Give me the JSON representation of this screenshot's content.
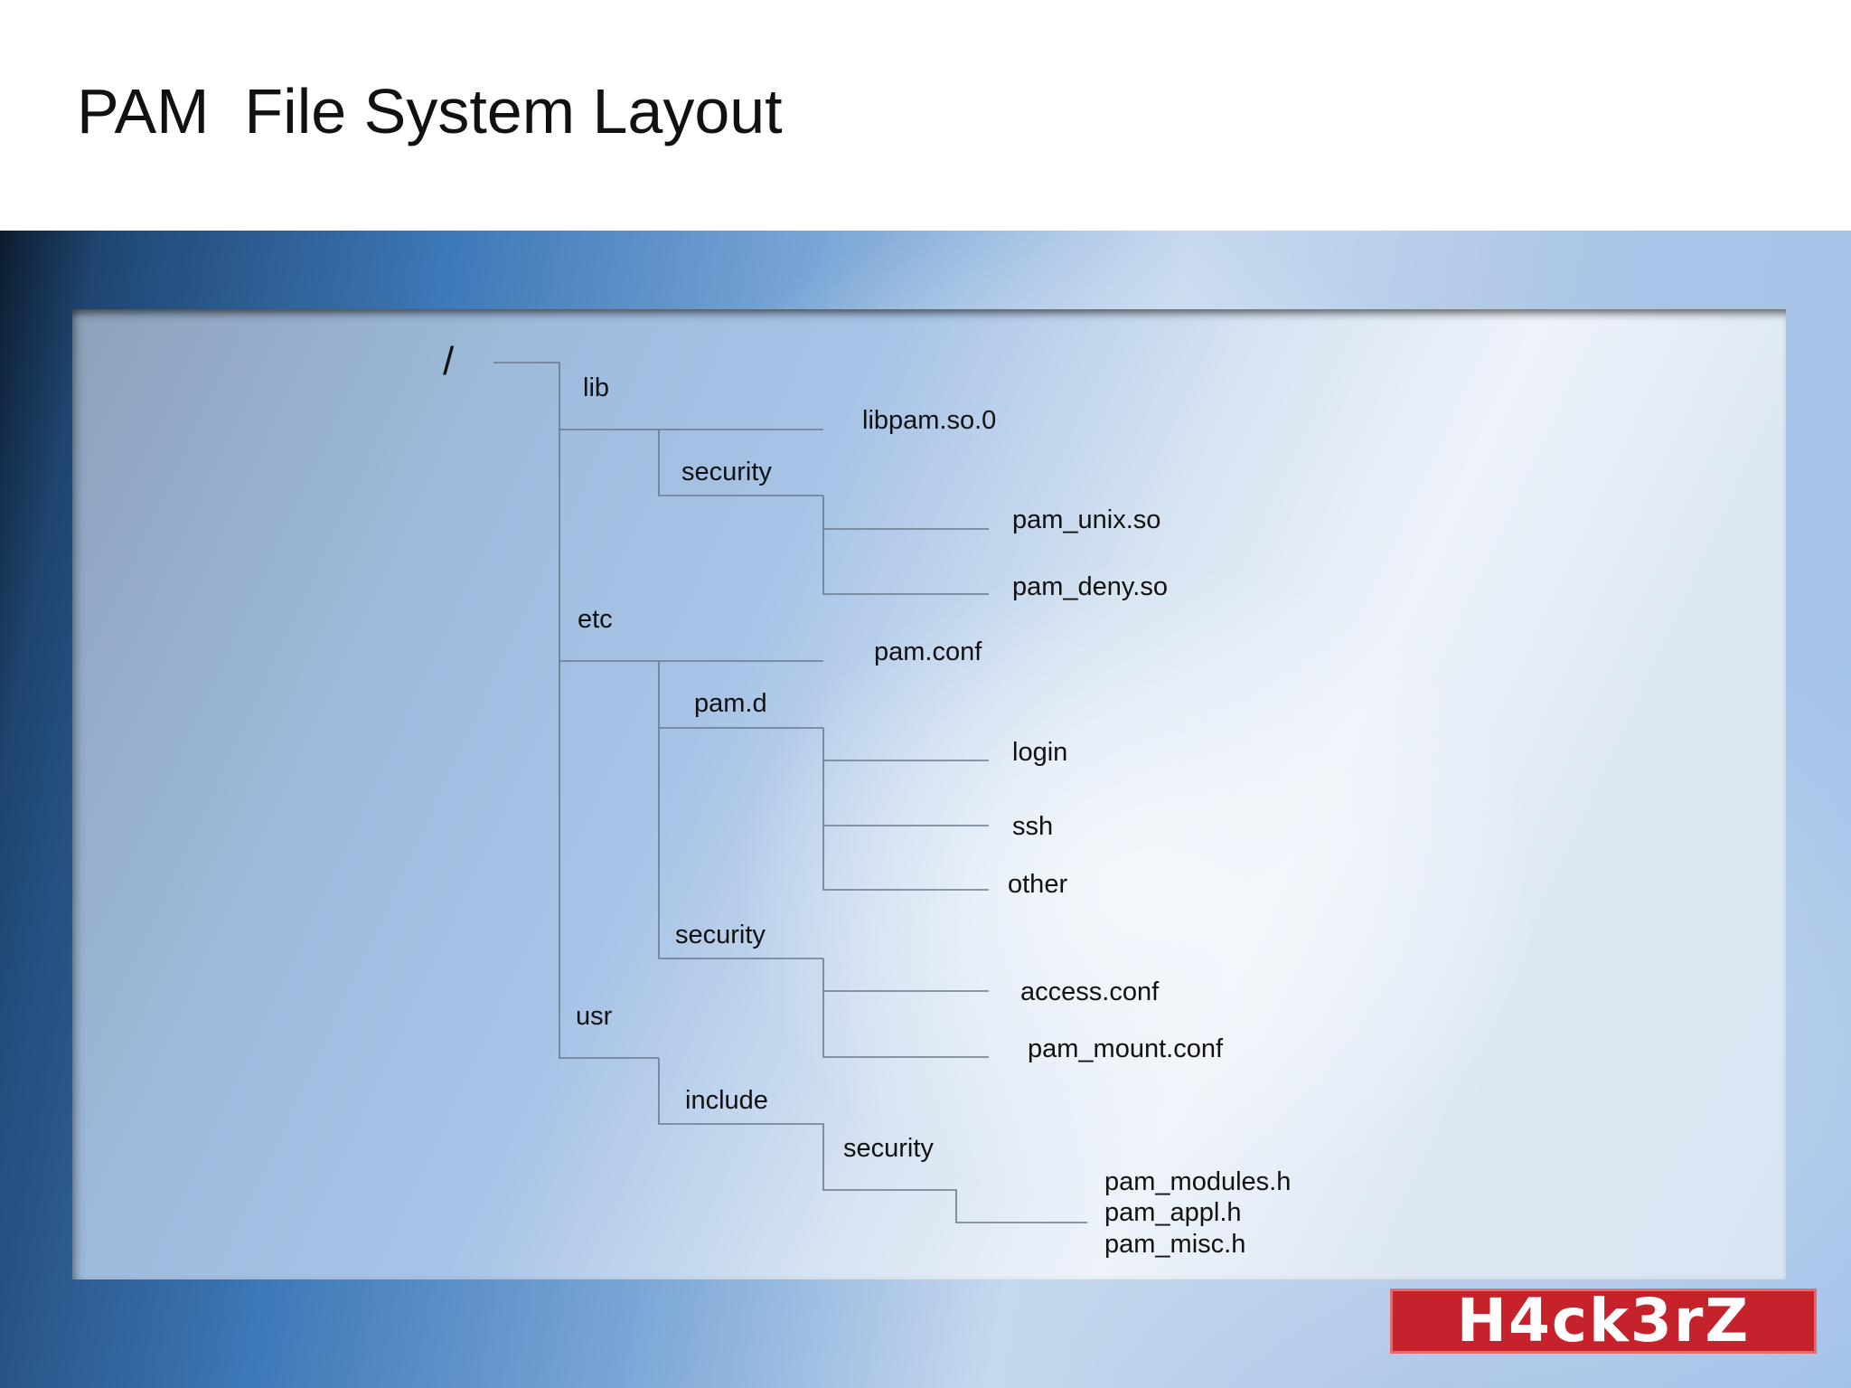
{
  "title": "PAM  File System Layout",
  "tree": {
    "root": "/",
    "lib": "lib",
    "libpam": "libpam.so.0",
    "lib_security": "security",
    "pam_unix": "pam_unix.so",
    "pam_deny": "pam_deny.so",
    "etc": "etc",
    "pam_conf": "pam.conf",
    "pam_d": "pam.d",
    "login": "login",
    "ssh": "ssh",
    "other": "other",
    "etc_security": "security",
    "access_conf": "access.conf",
    "pam_mount_conf": "pam_mount.conf",
    "usr": "usr",
    "include": "include",
    "include_security": "security",
    "pam_modules_h": "pam_modules.h",
    "pam_appl_h": "pam_appl.h",
    "pam_misc_h": "pam_misc.h"
  },
  "logo": {
    "text": "H4ck3rZ",
    "color": "#c6222c"
  },
  "colors": {
    "line": "#6b7a8c",
    "text": "#111111"
  }
}
